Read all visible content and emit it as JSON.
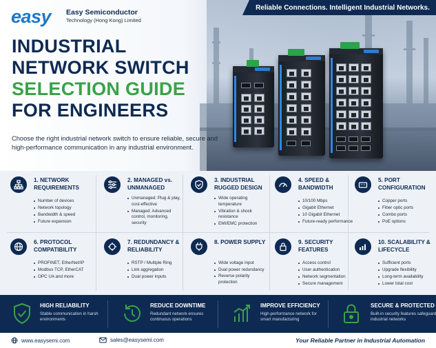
{
  "header": {
    "logo": "easy",
    "company_name": "Easy Semiconductor",
    "company_sub": "Technology (Hong Kong) Limited",
    "tagline": "Reliable Connections. Intelligent Industrial Networks."
  },
  "hero": {
    "title_lines": [
      "INDUSTRIAL",
      "NETWORK SWITCH",
      "SELECTION GUIDE",
      "FOR ENGINEERS"
    ],
    "subtitle": "Choose the right industrial network switch to ensure reliable, secure and high-performance communication in any industrial environment."
  },
  "colors": {
    "navy": "#0e2a52",
    "green": "#3aa24a",
    "brand_blue": "#1d78c8",
    "panel": "#eef2f7"
  },
  "sections": [
    {
      "title": "1. NETWORK REQUIREMENTS",
      "icon": "network-tree-icon",
      "items": [
        "Number of devices",
        "Network topology",
        "Bandwidth & speed",
        "Future expansion"
      ]
    },
    {
      "title": "2. MANAGED vs. UNMANAGED",
      "icon": "sliders-icon",
      "items": [
        "Unmanaged: Plug & play, cost-effective",
        "Managed: Advanced control, monitoring, security"
      ]
    },
    {
      "title": "3. INDUSTRIAL RUGGED DESIGN",
      "icon": "shield-check-icon",
      "items": [
        "Wide operating temperature",
        "Vibration & shock resistance",
        "EMI/EMC protection"
      ]
    },
    {
      "title": "4. SPEED & BANDWIDTH",
      "icon": "speedometer-icon",
      "items": [
        "10/100 Mbps",
        "Gigabit Ethernet",
        "10 Gigabit Ethernet",
        "Future-ready performance"
      ]
    },
    {
      "title": "5. PORT CONFIGURATION",
      "icon": "router-icon",
      "items": [
        "Copper ports",
        "Fiber optic ports",
        "Combo ports",
        "PoE options"
      ]
    },
    {
      "title": "6. PROTOCOL COMPATIBILITY",
      "icon": "globe-icon",
      "items": [
        "PROFINET, EtherNet/IP",
        "Modbus TCP, EtherCAT",
        "OPC UA and more"
      ]
    },
    {
      "title": "7. REDUNDANCY & RELIABILITY",
      "icon": "ring-arrows-icon",
      "items": [
        "RSTP / Multiple Ring",
        "Link aggregation",
        "Dual power inputs"
      ]
    },
    {
      "title": "8. POWER SUPPLY",
      "icon": "power-plug-icon",
      "items": [
        "Wide voltage input",
        "Dual power redundancy",
        "Reverse polarity protection"
      ]
    },
    {
      "title": "9. SECURITY FEATURES",
      "icon": "lock-icon",
      "items": [
        "Access control",
        "User authentication",
        "Network segmentation",
        "Secure management"
      ]
    },
    {
      "title": "10. SCALABILITY & LIFECYCLE",
      "icon": "growth-chart-icon",
      "items": [
        "Sufficient ports",
        "Upgrade flexibility",
        "Long-term availability",
        "Lower total cost"
      ]
    }
  ],
  "benefits": [
    {
      "title": "HIGH RELIABILITY",
      "text": "Stable communication in harsh environments",
      "icon": "shield-check-icon"
    },
    {
      "title": "REDUCE DOWNTIME",
      "text": "Redundant network ensures continuous operations",
      "icon": "clock-refresh-icon"
    },
    {
      "title": "IMPROVE EFFICIENCY",
      "text": "High-performance network for smart manufacturing",
      "icon": "bar-growth-icon"
    },
    {
      "title": "SECURE & PROTECTED",
      "text": "Built-in security features safeguard industrial networks",
      "icon": "padlock-icon"
    }
  ],
  "footer": {
    "website": "www.easysemi.com",
    "email": "sales@easysemi.com",
    "slogan": "Your Reliable Partner in Industrial Automation"
  }
}
